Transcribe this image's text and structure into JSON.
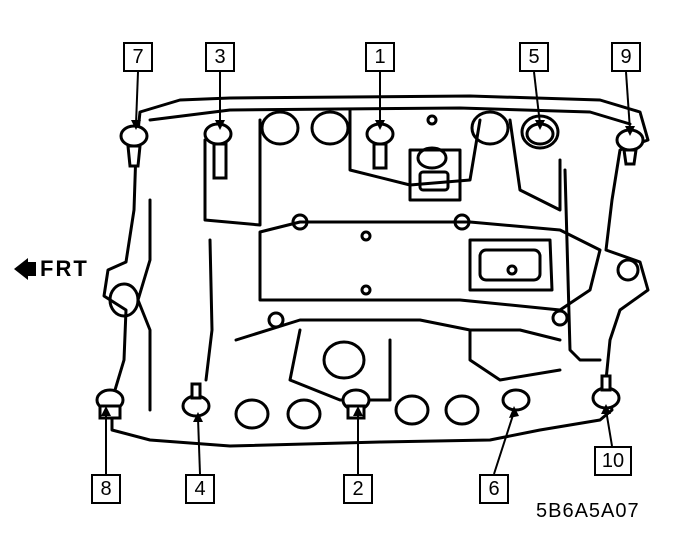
{
  "diagram": {
    "direction_label": "FRT",
    "figure_code": "5B6A5A07",
    "bolts": [
      {
        "id": "1",
        "label": "1"
      },
      {
        "id": "2",
        "label": "2"
      },
      {
        "id": "3",
        "label": "3"
      },
      {
        "id": "4",
        "label": "4"
      },
      {
        "id": "5",
        "label": "5"
      },
      {
        "id": "6",
        "label": "6"
      },
      {
        "id": "7",
        "label": "7"
      },
      {
        "id": "8",
        "label": "8"
      },
      {
        "id": "9",
        "label": "9"
      },
      {
        "id": "10",
        "label": "10"
      }
    ]
  }
}
